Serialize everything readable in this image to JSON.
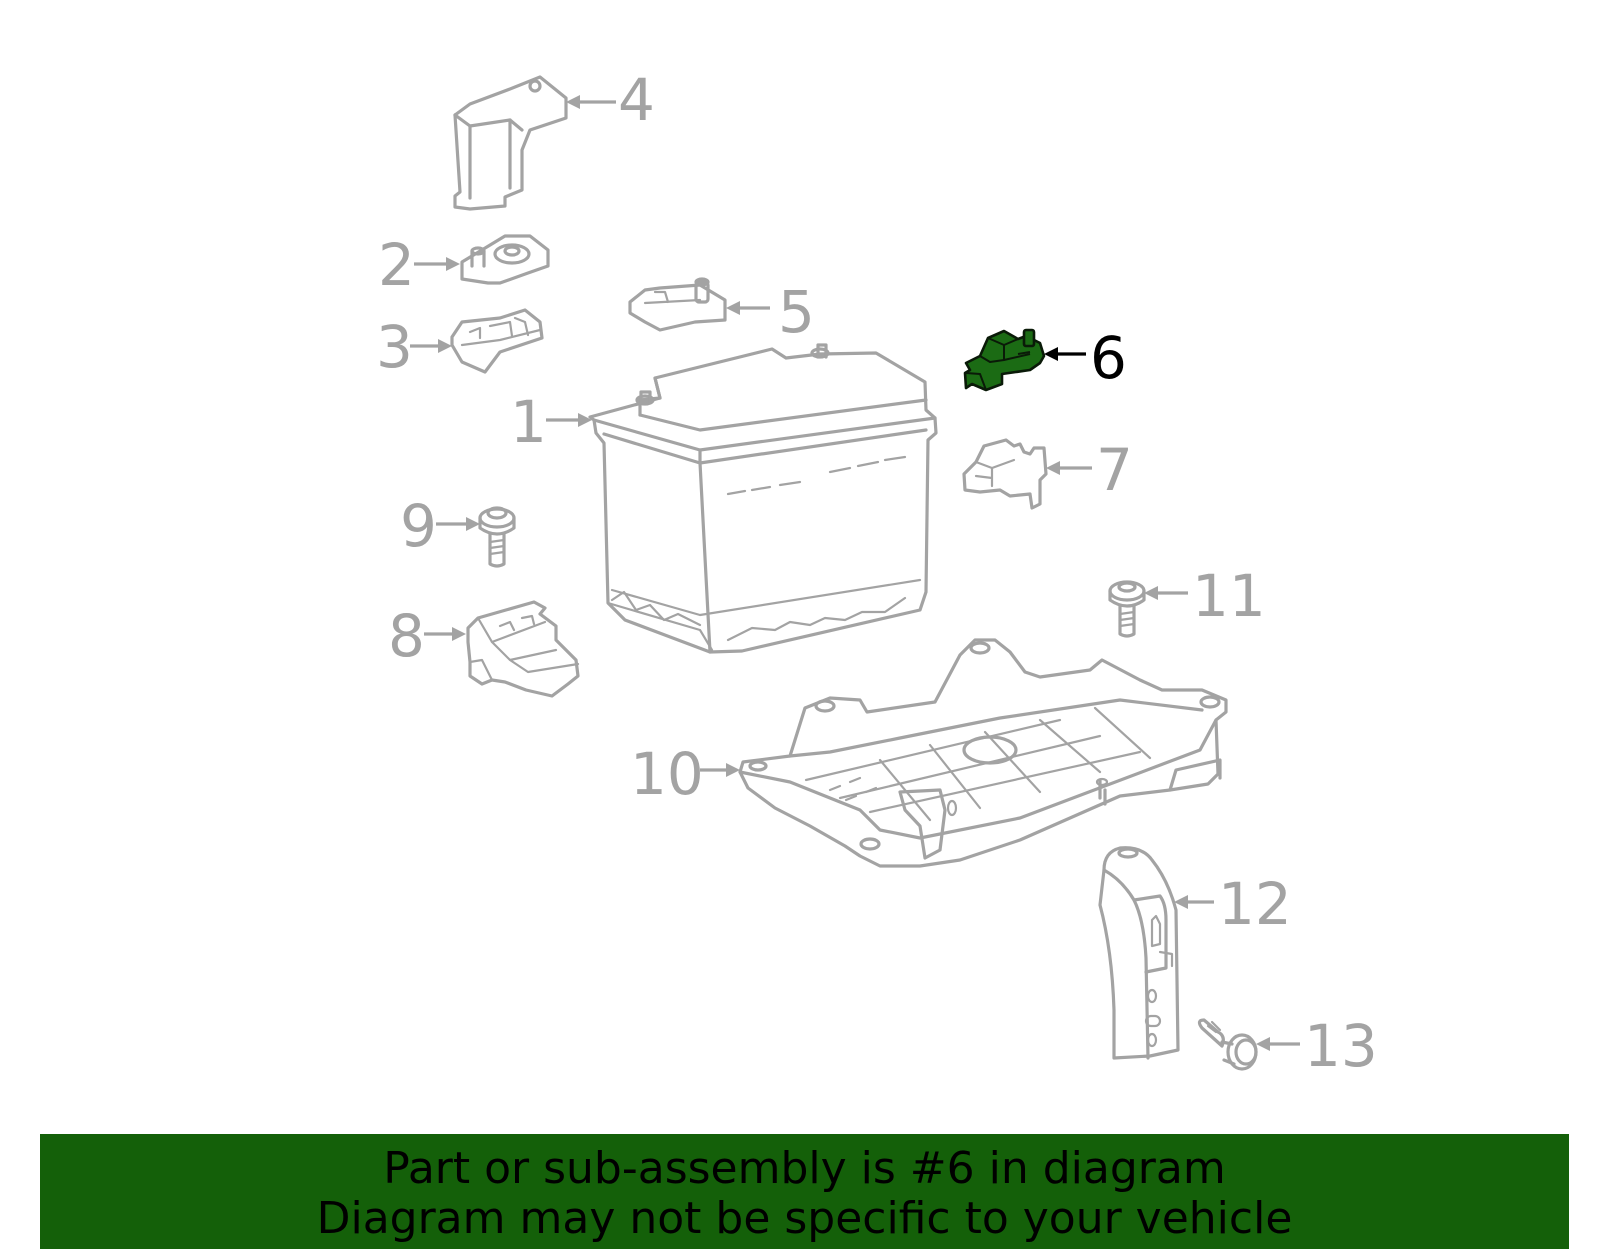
{
  "callouts": [
    {
      "id": "1",
      "label": "1",
      "highlighted": false
    },
    {
      "id": "2",
      "label": "2",
      "highlighted": false
    },
    {
      "id": "3",
      "label": "3",
      "highlighted": false
    },
    {
      "id": "4",
      "label": "4",
      "highlighted": false
    },
    {
      "id": "5",
      "label": "5",
      "highlighted": false
    },
    {
      "id": "6",
      "label": "6",
      "highlighted": true
    },
    {
      "id": "7",
      "label": "7",
      "highlighted": false
    },
    {
      "id": "8",
      "label": "8",
      "highlighted": false
    },
    {
      "id": "9",
      "label": "9",
      "highlighted": false
    },
    {
      "id": "10",
      "label": "10",
      "highlighted": false
    },
    {
      "id": "11",
      "label": "11",
      "highlighted": false
    },
    {
      "id": "12",
      "label": "12",
      "highlighted": false
    },
    {
      "id": "13",
      "label": "13",
      "highlighted": false
    }
  ],
  "banner": {
    "line1": "Part or sub-assembly is #6 in diagram",
    "line2": "Diagram may not be specific to your vehicle"
  },
  "colors": {
    "part_stroke": "#a3a3a3",
    "highlight_fill": "#1b6b14",
    "banner_background": "#146009",
    "banner_text": "#000000"
  }
}
